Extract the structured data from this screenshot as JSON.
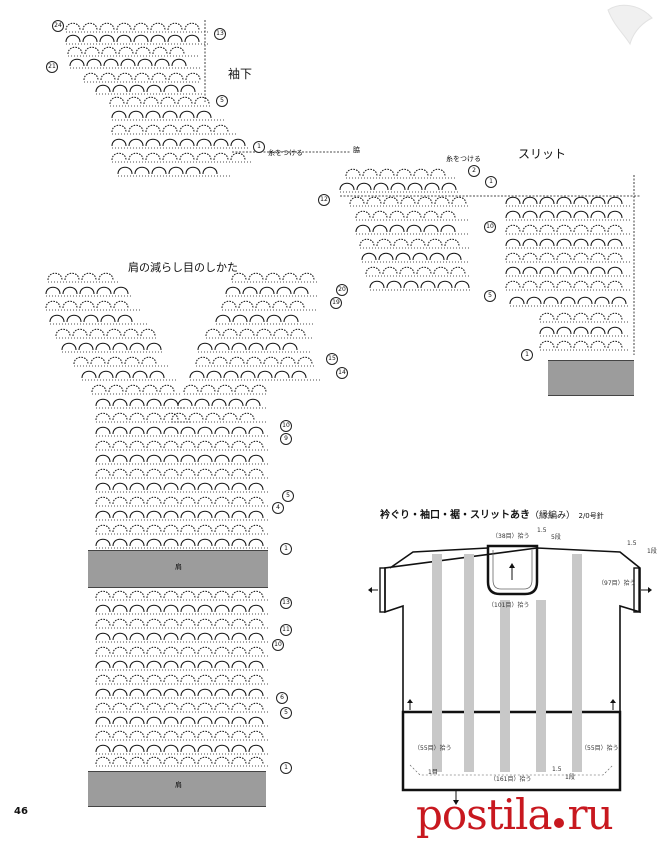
{
  "labels": {
    "sleeve_under": "袖下",
    "slit": "スリット",
    "shoulder_title": "肩の減らし目のしかた",
    "attach1": "糸をつける",
    "attach2": "糸をつける",
    "side": "脇",
    "shoulder1": "肩",
    "shoulder2": "肩",
    "edging_title": "衿ぐり・袖口・裾・スリットあき",
    "edging_sub": "（縁編み）",
    "hook": "2/0号針",
    "page_number": "46"
  },
  "rows": {
    "sleeve": [
      "24",
      "13",
      "21",
      "5",
      "1",
      "12"
    ],
    "body": [
      "2",
      "1",
      "10",
      "5",
      "1"
    ],
    "shoulder": [
      "20",
      "19",
      "15",
      "14",
      "10",
      "9",
      "5",
      "4",
      "1"
    ],
    "lower": [
      "13",
      "11",
      "10",
      "6",
      "5",
      "1"
    ]
  },
  "diagram": {
    "neck_top": "（38目）拾う",
    "neck_top_val": "1.5",
    "neck_top_rows": "5段",
    "neck_front": "（101目）拾う",
    "cuff_val": "1.5",
    "cuff_rows": "1段",
    "cuff": "（97目）拾う",
    "slit_left": "（55目）拾う",
    "slit_right": "（55目）拾う",
    "hem": "（161目）拾う",
    "hem_val": "1.5",
    "hem_rows": "1段",
    "hem_small": "1目"
  },
  "watermark": {
    "text_a": "postila",
    "text_b": "ru"
  },
  "colors": {
    "band": "#9c9c9c",
    "logo": "#c8181f",
    "line": "#222222"
  }
}
